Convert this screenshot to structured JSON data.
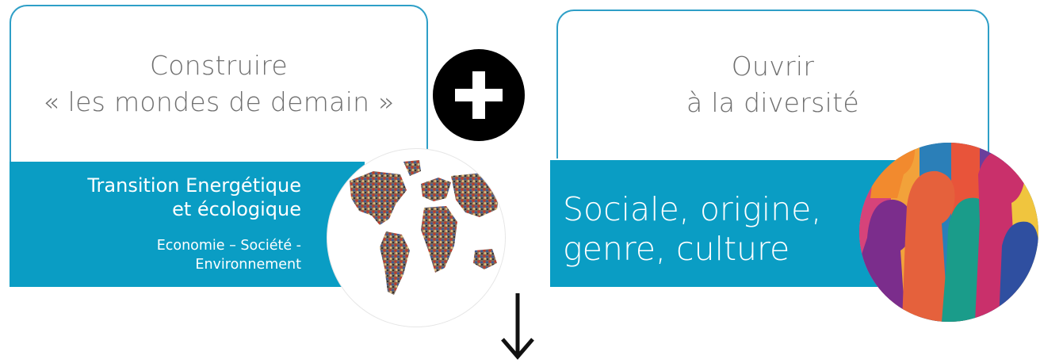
{
  "left_box": {
    "line1": "Construire",
    "line2": "« les mondes de demain »"
  },
  "left_band": {
    "main_line1": "Transition Energétique",
    "main_line2": "et écologique",
    "sub_line1": "Economie – Société -",
    "sub_line2": "Environnement"
  },
  "right_box": {
    "line1": "Ouvrir",
    "line2": "à la diversité"
  },
  "right_band": {
    "line1": "Sociale, origine,",
    "line2": "genre, culture"
  },
  "colors": {
    "accent": "#0a9dc4",
    "box_border": "#2e9fc7",
    "box_text": "#6f6f6f",
    "plus_bg": "#000000"
  },
  "icons": {
    "plus": "plus-icon",
    "arrow": "arrow-down-icon",
    "globe": "world-map-crowd-image",
    "faces": "diverse-faces-image"
  }
}
